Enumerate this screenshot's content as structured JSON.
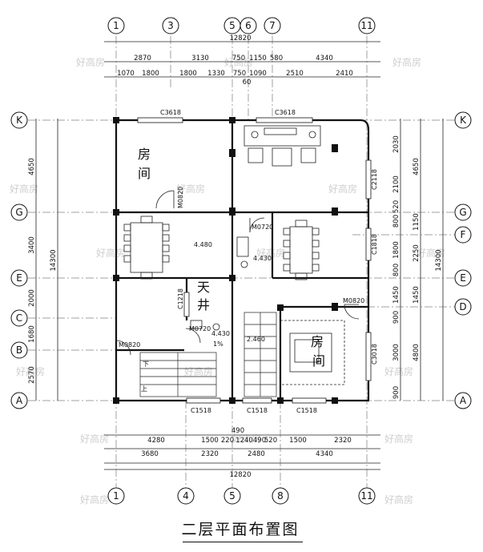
{
  "title": "二层平面布置图",
  "watermark": "好高房",
  "axes": {
    "top": [
      "1",
      "3",
      "5",
      "6",
      "7",
      "11"
    ],
    "bottom": [
      "1",
      "4",
      "5",
      "8",
      "11"
    ],
    "left": [
      "K",
      "G",
      "E",
      "C",
      "B",
      "A"
    ],
    "right": [
      "K",
      "G",
      "F",
      "E",
      "D",
      "A"
    ]
  },
  "dims": {
    "top_total": "12820",
    "top_row1": [
      "2870",
      "3130",
      "750",
      "1150",
      "580",
      "4340"
    ],
    "top_row2": [
      "1070",
      "1800",
      "1800",
      "1330",
      "750",
      "1090",
      "2510",
      "2410"
    ],
    "top_small": "60",
    "bottom_row1": [
      "4280",
      "1500",
      "220",
      "1240",
      "490",
      "520",
      "1500",
      "2320"
    ],
    "bottom_small": "490",
    "bottom_row2": [
      "3680",
      "2320",
      "2480",
      "4340"
    ],
    "bottom_total": "12820",
    "left_row": [
      "4650",
      "3400",
      "2000",
      "1680",
      "2570"
    ],
    "left_total": "14300",
    "right_row1": [
      "2030",
      "2100",
      "520",
      "800",
      "1800",
      "800",
      "1450",
      "900",
      "3000",
      "900"
    ],
    "right_row2": [
      "4650",
      "1150",
      "2250",
      "1450",
      "4800"
    ],
    "right_total": "14300"
  },
  "labels": {
    "room1_a": "房",
    "room1_b": "间",
    "room2_a": "房",
    "room2_b": "间",
    "tianjing_a": "天",
    "tianjing_b": "井",
    "elev1": "4.480",
    "elev2": "4.430",
    "elev3": "4.430",
    "elev4": "2.460",
    "slope": "1%",
    "down": "下",
    "up": "上",
    "c3618_left": "C3618",
    "c3618_right": "C3618",
    "c2118": "C2118",
    "c1818": "C1818",
    "c3018": "C3018",
    "c1218": "C1218",
    "c1518_a": "C1518",
    "c1518_b": "C1518",
    "c1518_c": "C1518",
    "m0820_a": "M0820",
    "m0820_b": "M0820",
    "m0820_c": "M0820",
    "m0720_a": "M0720",
    "m0720_b": "M0720"
  }
}
